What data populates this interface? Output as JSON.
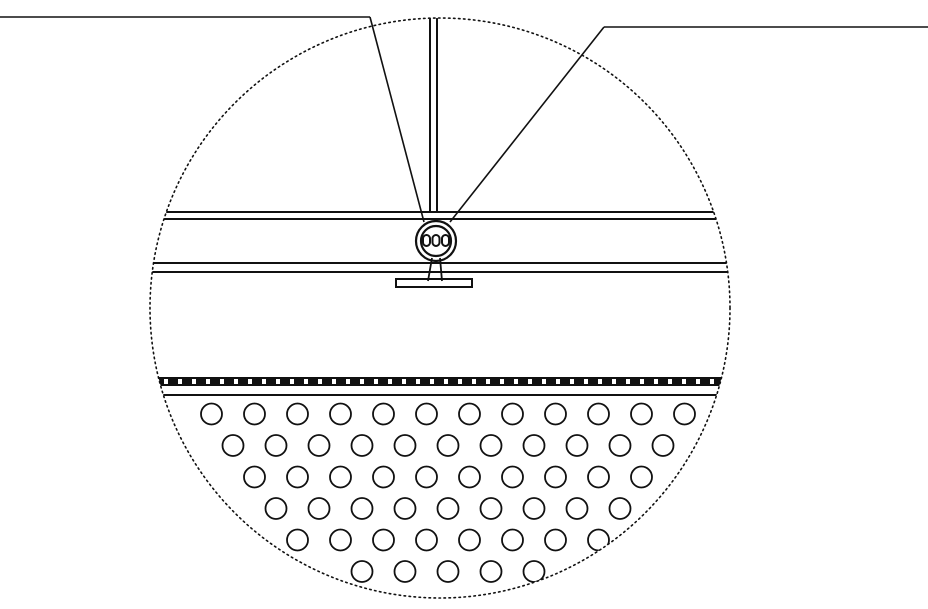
{
  "diagram": {
    "colors": {
      "ink": "#111111",
      "background": "#ffffff"
    },
    "perforation": {
      "rows": [
        12,
        11,
        10,
        9,
        8,
        5
      ]
    }
  }
}
